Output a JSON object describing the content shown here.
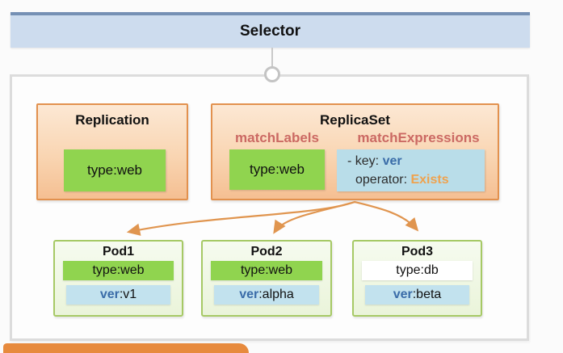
{
  "header": {
    "title": "Selector"
  },
  "replication": {
    "title": "Replication",
    "label": "type:web"
  },
  "replicaset": {
    "title": "ReplicaSet",
    "match_labels_heading": "matchLabels",
    "match_expressions_heading": "matchExpressions",
    "label": "type:web",
    "expression": {
      "key_prefix": "- key: ",
      "key_value": "ver",
      "operator_prefix": "operator: ",
      "operator_value": "Exists"
    }
  },
  "pods": [
    {
      "title": "Pod1",
      "type_label": "type:web",
      "type_style": "green",
      "ver_key": "ver",
      "ver_rest": ":v1"
    },
    {
      "title": "Pod2",
      "type_label": "type:web",
      "type_style": "green",
      "ver_key": "ver",
      "ver_rest": ":alpha"
    },
    {
      "title": "Pod3",
      "type_label": "type:db",
      "type_style": "white",
      "ver_key": "ver",
      "ver_rest": ":beta"
    }
  ],
  "colors": {
    "header_fill": "#cddcee",
    "header_top_border": "#7590b4",
    "controller_border": "#e2914e",
    "label_green": "#90d44f",
    "label_blue": "#b9dde9",
    "match_heading_red": "#cb6963",
    "key_blue": "#3a6ca8",
    "exists_orange": "#efa24e",
    "arrow_orange": "#e0954f",
    "banner_orange": "#e78a3d"
  }
}
